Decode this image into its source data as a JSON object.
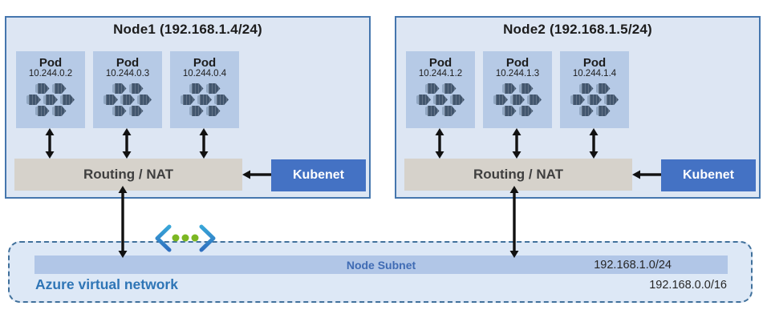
{
  "nodes": [
    {
      "title": "Node1 (192.168.1.4/24)",
      "pods": [
        {
          "label": "Pod",
          "ip": "10.244.0.2"
        },
        {
          "label": "Pod",
          "ip": "10.244.0.3"
        },
        {
          "label": "Pod",
          "ip": "10.244.0.4"
        }
      ],
      "routing_label": "Routing / NAT",
      "kubenet_label": "Kubenet"
    },
    {
      "title": "Node2 (192.168.1.5/24)",
      "pods": [
        {
          "label": "Pod",
          "ip": "10.244.1.2"
        },
        {
          "label": "Pod",
          "ip": "10.244.1.3"
        },
        {
          "label": "Pod",
          "ip": "10.244.1.4"
        }
      ],
      "routing_label": "Routing / NAT",
      "kubenet_label": "Kubenet"
    }
  ],
  "vnet": {
    "label": "Azure virtual network",
    "subnet_label": "Node Subnet",
    "subnet_cidr": "192.168.1.0/24",
    "vnet_cidr": "192.168.0.0/16"
  },
  "icons": {
    "pod_icon": "containers-cluster-icon",
    "vnet_icon": "virtual-network-icon"
  },
  "colors": {
    "node_fill": "#dde6f3",
    "node_border": "#4576ae",
    "pod_fill": "#b6cae6",
    "pod_icon_dark": "#42566e",
    "pod_icon_light": "#91a7c2",
    "routing_fill": "#d6d2cb",
    "kubenet_fill": "#4472c4",
    "vnet_fill": "#dde8f6",
    "vnet_border": "#41719c",
    "subnet_bar_fill": "#b1c6e7",
    "subnet_label_color": "#3f6bb4",
    "azure_label_color": "#2e75b6",
    "vnet_icon_green": "#7cb722",
    "vnet_icon_blue": "#2f8cc9",
    "arrow_color": "#111111"
  }
}
